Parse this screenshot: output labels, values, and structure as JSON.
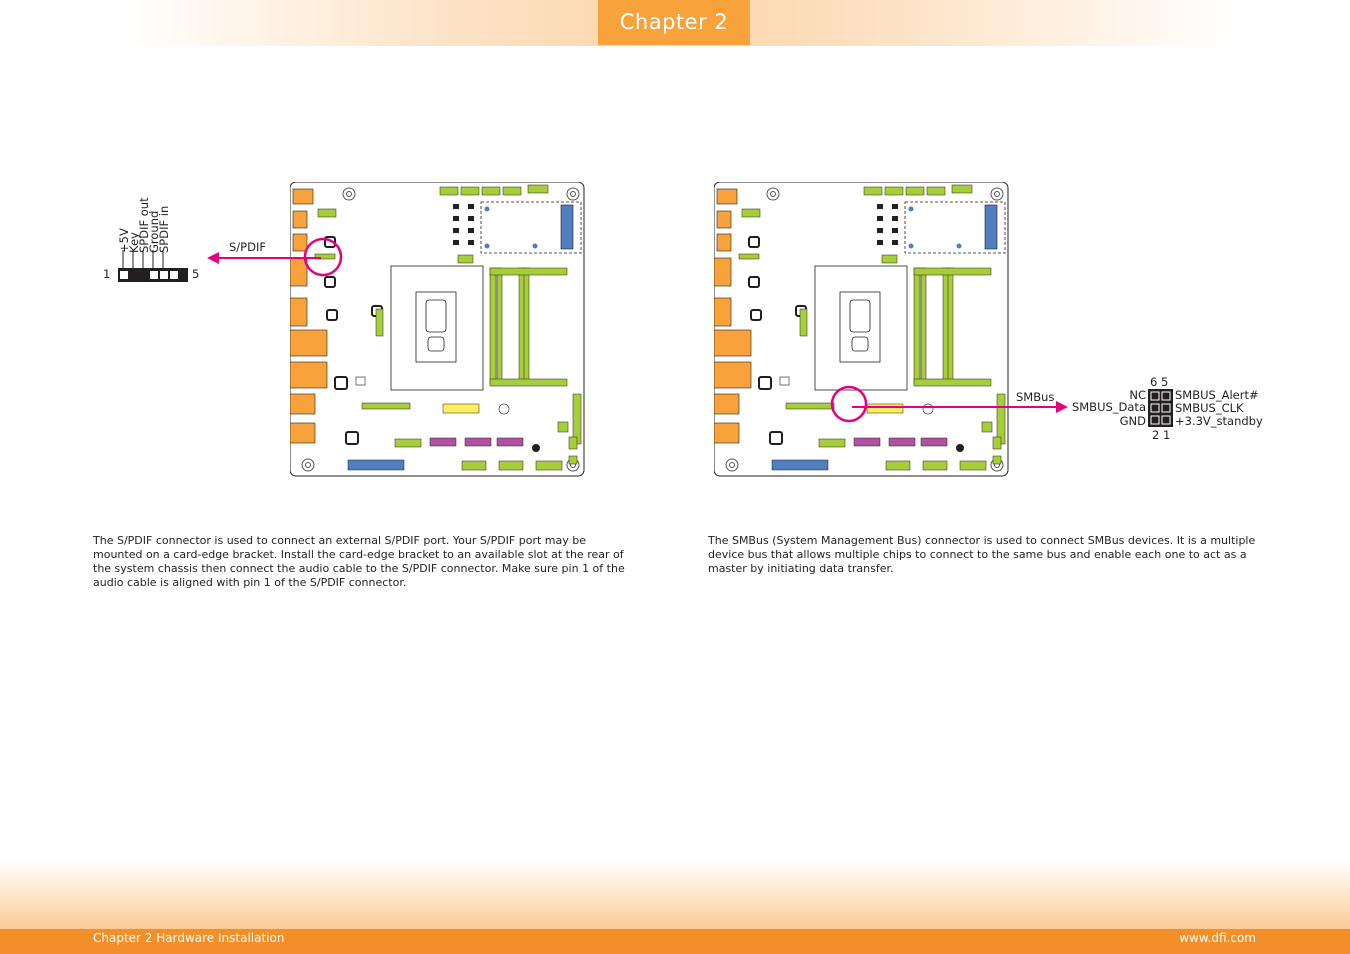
{
  "header": {
    "chapter_label": "Chapter 2"
  },
  "spdif": {
    "pins": [
      "+5V",
      "Key",
      "SPDIF out",
      "Ground",
      "SPDIF in"
    ],
    "pin_first": "1",
    "pin_last": "5",
    "callout": "S/PDIF",
    "description": "The S/PDIF connector is used to connect an external S/PDIF port. Your S/PDIF port may be mounted on a card-edge bracket. Install the card-edge bracket to an available slot at the rear of the system chassis then connect the audio cable to the S/PDIF connector. Make sure pin 1 of the audio cable is aligned with pin 1 of the S/PDIF connector."
  },
  "smbus": {
    "callout": "SMBus",
    "pin_top": "6 5",
    "pin_bottom": "2 1",
    "left_labels": [
      "NC",
      "SMBUS_Data",
      "GND"
    ],
    "right_labels": [
      "SMBUS_Alert#",
      "SMBUS_CLK",
      "+3.3V_standby"
    ],
    "description": "The SMBus (System Management Bus) connector is used to connect SMBus devices. It is a multiple device bus that allows multiple chips to connect to the same bus and enable each one to act as a master by initiating data transfer."
  },
  "footer": {
    "left": "Chapter 2 Hardware Installation",
    "right": "www.dfi.com"
  },
  "colors": {
    "accent": "#f7a23b",
    "connector_green": "#a6ce39",
    "port_orange": "#f7a23b",
    "callout_magenta": "#e5007e",
    "slot_blue": "#4f7ec1",
    "sata_purple": "#b052a3"
  }
}
